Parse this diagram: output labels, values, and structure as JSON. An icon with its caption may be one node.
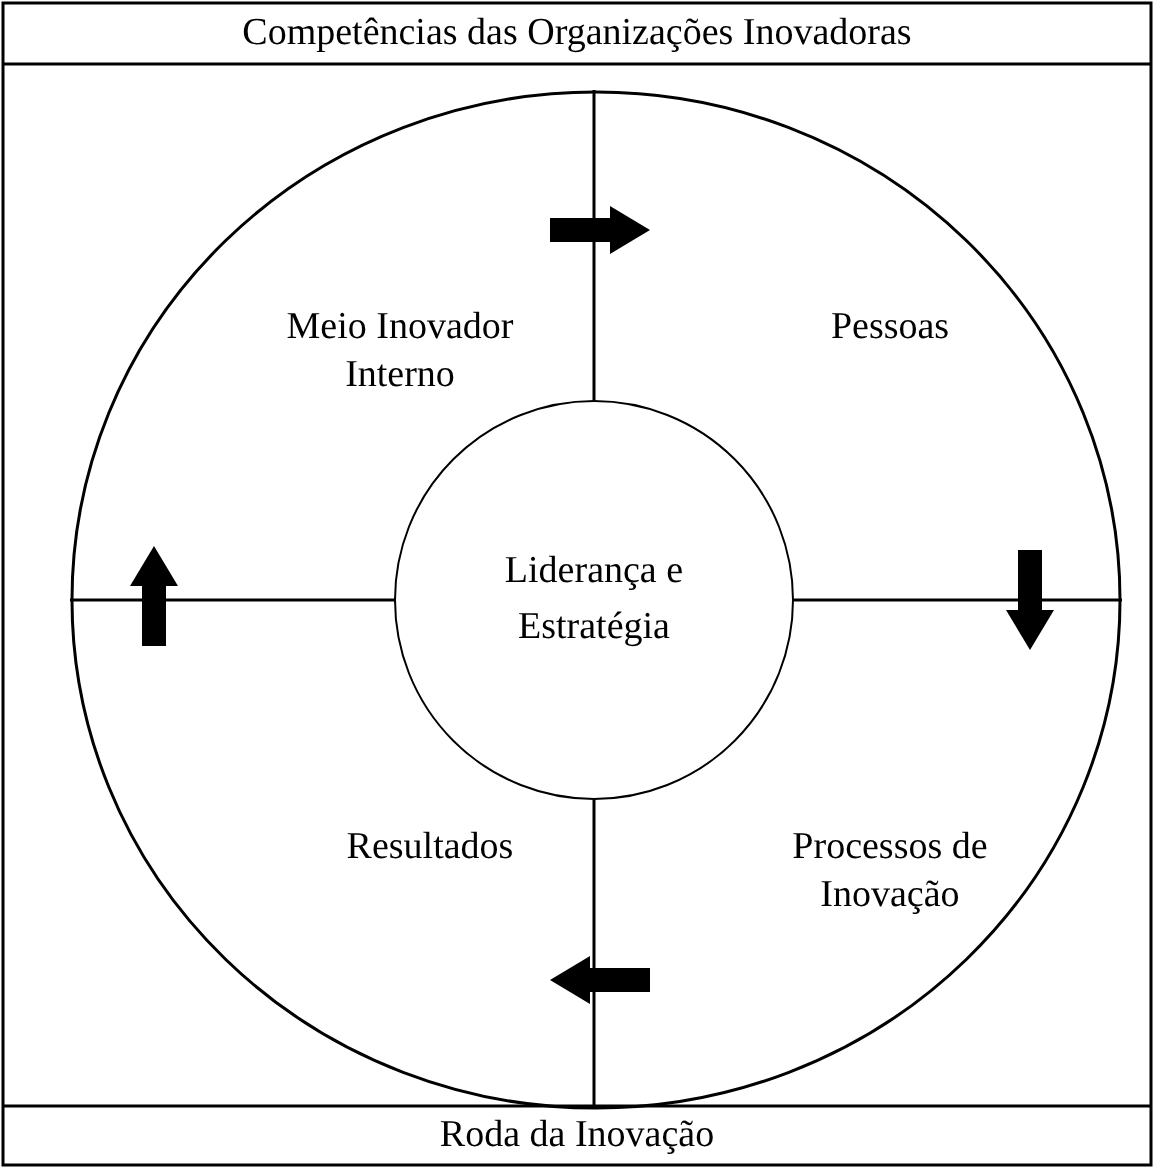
{
  "diagram": {
    "title": "Competências das Organizações Inovadoras",
    "caption": "Roda da Inovação",
    "nodes": [
      {
        "text": [],
        "shape": "circle"
      },
      {
        "text": [
          "Meio Inovador Interno"
        ],
        "in": 0
      },
      {
        "text": [
          "Pessoas"
        ],
        "in": 0
      },
      {
        "text": [
          "Liderança e Estratégia"
        ],
        "in": 0
      },
      {
        "text": [
          "Resultados"
        ],
        "in": 0
      },
      {
        "text": [
          "Processos de Inovação"
        ],
        "in": 0
      }
    ]
  }
}
